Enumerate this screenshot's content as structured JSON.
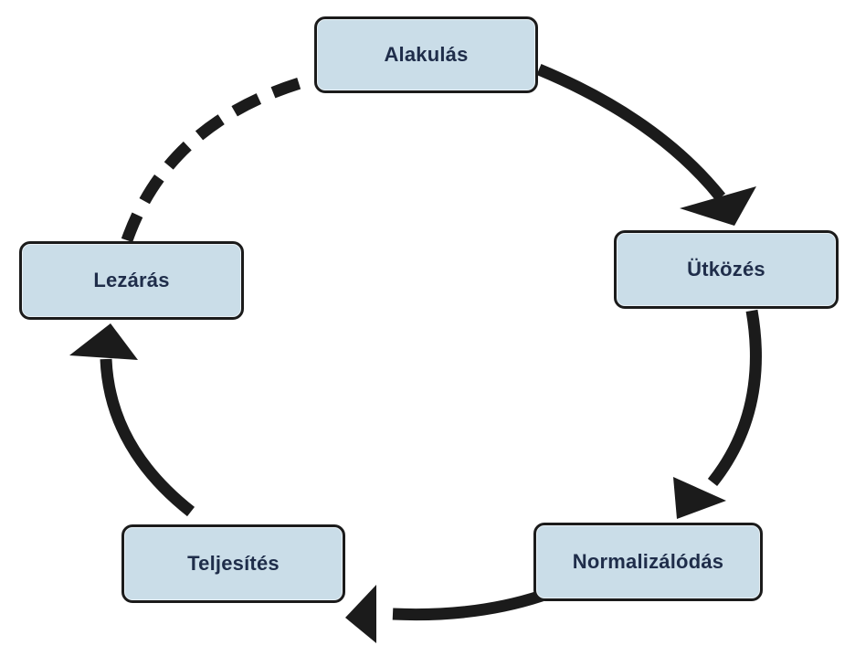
{
  "colors": {
    "box_fill": "#cadde8",
    "box_border": "#1b1b1b",
    "label_text": "#1f2d4a",
    "arrow": "#1b1b1b",
    "background": "#ffffff"
  },
  "stages": [
    {
      "id": "alakulas",
      "label": "Alakulás"
    },
    {
      "id": "utkozes",
      "label": "Ütközés"
    },
    {
      "id": "normalizalodas",
      "label": "Normalizálódás"
    },
    {
      "id": "teljesites",
      "label": "Teljesítés"
    },
    {
      "id": "lezaras",
      "label": "Lezárás"
    }
  ],
  "connections": [
    {
      "from": "alakulas",
      "to": "utkozes",
      "style": "solid"
    },
    {
      "from": "utkozes",
      "to": "normalizalodas",
      "style": "solid"
    },
    {
      "from": "normalizalodas",
      "to": "teljesites",
      "style": "solid"
    },
    {
      "from": "teljesites",
      "to": "lezaras",
      "style": "solid"
    },
    {
      "from": "lezaras",
      "to": "alakulas",
      "style": "dashed"
    }
  ]
}
